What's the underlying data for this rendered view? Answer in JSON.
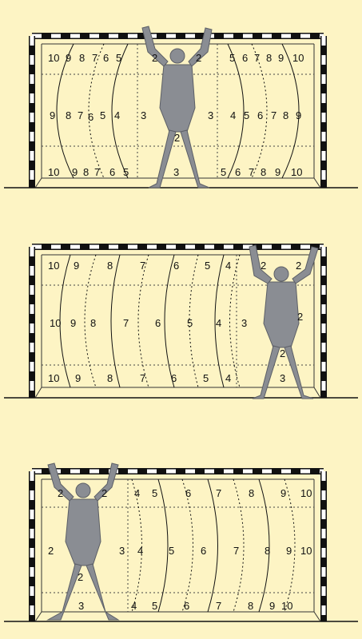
{
  "colors": {
    "background": "#fdf4c4",
    "post_dark": "#111111",
    "post_light": "#ffffff",
    "keeper": "#8a8d93",
    "lines": "#111111"
  },
  "panels": [
    {
      "id": "goalkeeper-center",
      "labels": {
        "top": [
          "10",
          "9",
          "8",
          "7",
          "6",
          "5",
          "2",
          "2",
          "5",
          "6",
          "7",
          "8",
          "9",
          "10"
        ],
        "middle": [
          "9",
          "8",
          "7",
          "6",
          "5",
          "4",
          "3",
          "3",
          "4",
          "5",
          "6",
          "7",
          "8",
          "9"
        ],
        "center": [
          "2"
        ],
        "bottom": [
          "10",
          "9",
          "8",
          "7",
          "6",
          "5",
          "3",
          "5",
          "6",
          "7",
          "8",
          "9",
          "10"
        ]
      }
    },
    {
      "id": "goalkeeper-right",
      "labels": {
        "top": [
          "10",
          "9",
          "8",
          "7",
          "6",
          "5",
          "4",
          "2",
          "2"
        ],
        "middle": [
          "10",
          "9",
          "8",
          "7",
          "6",
          "5",
          "4",
          "3",
          "2"
        ],
        "center": [
          "2"
        ],
        "bottom": [
          "10",
          "9",
          "8",
          "7",
          "6",
          "5",
          "4",
          "3"
        ]
      }
    },
    {
      "id": "goalkeeper-left",
      "labels": {
        "top": [
          "2",
          "2",
          "4",
          "5",
          "6",
          "7",
          "8",
          "9",
          "10"
        ],
        "middle": [
          "2",
          "3",
          "4",
          "5",
          "6",
          "7",
          "8",
          "9",
          "10"
        ],
        "center": [
          "2"
        ],
        "bottom": [
          "3",
          "4",
          "5",
          "6",
          "7",
          "8",
          "9",
          "10"
        ]
      }
    }
  ]
}
